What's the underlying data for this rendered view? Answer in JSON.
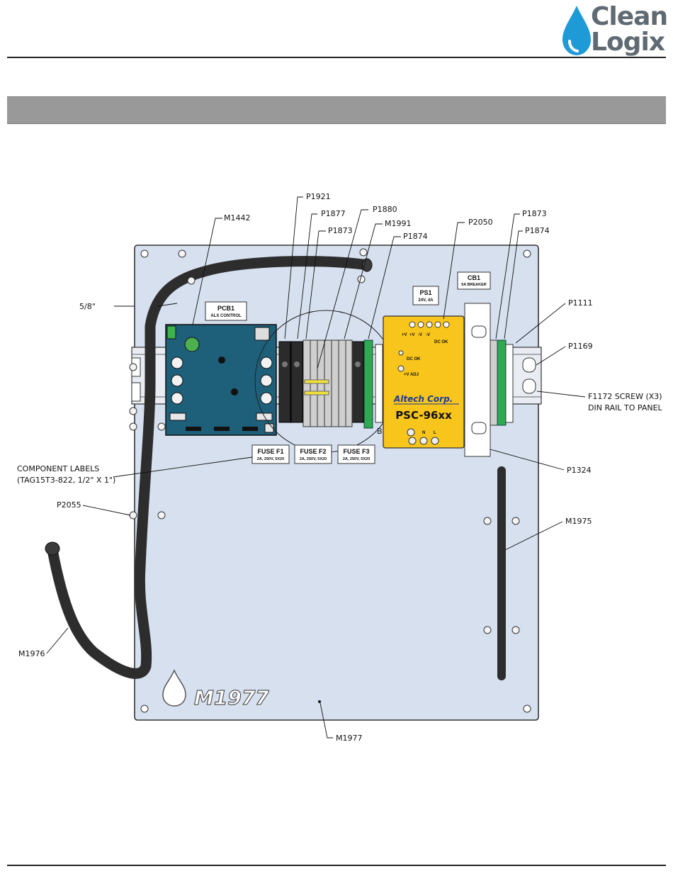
{
  "brand": {
    "line1": "Clean",
    "line2": "Logix",
    "colors": {
      "drop": "#1e9ad6",
      "text": "#5f6a73"
    }
  },
  "section_band": {
    "title": ""
  },
  "panel": {
    "engraving": "M1977",
    "pcb": {
      "label": "PCB1",
      "sublabel": "ALX CONTROL"
    },
    "ps": {
      "label": "PS1",
      "sublabel": "24V, 4A",
      "brand": "Altech Corp.",
      "model": "PSC-96xx",
      "dc_ok": "DC OK",
      "dc_ok2": "DC OK",
      "v_adj": "+V ADJ",
      "terms": [
        "+V",
        "+V",
        "-V",
        "-V"
      ],
      "ac": [
        "N",
        "L"
      ]
    },
    "cb": {
      "label": "CB1",
      "sublabel": "5A BREAKER"
    },
    "fuses": [
      {
        "label": "FUSE F1",
        "rating": "2A, 250V, 5X20"
      },
      {
        "label": "FUSE F2",
        "rating": "2A, 250V, 5X20"
      },
      {
        "label": "FUSE F3",
        "rating": "2A, 250V, 5X20"
      }
    ],
    "detail_letter": "B"
  },
  "callouts": {
    "p1921": "P1921",
    "p1877": "P1877",
    "p1880": "P1880",
    "m1442": "M1442",
    "p1873a": "P1873",
    "m1991": "M1991",
    "p1874a": "P1874",
    "p2050": "P2050",
    "p1873b": "P1873",
    "p1874b": "P1874",
    "p1111": "P1111",
    "p1169": "P1169",
    "size": "5/8\"",
    "f1172_1": "F1172 SCREW (X3)",
    "f1172_2": "DIN RAIL TO PANEL",
    "labels_1": "COMPONENT LABELS",
    "labels_2": "(TAG15T3-822, 1/2\" X 1\")",
    "p1324": "P1324",
    "p2055": "P2055",
    "m1975": "M1975",
    "m1976": "M1976",
    "m1977": "M1977"
  }
}
